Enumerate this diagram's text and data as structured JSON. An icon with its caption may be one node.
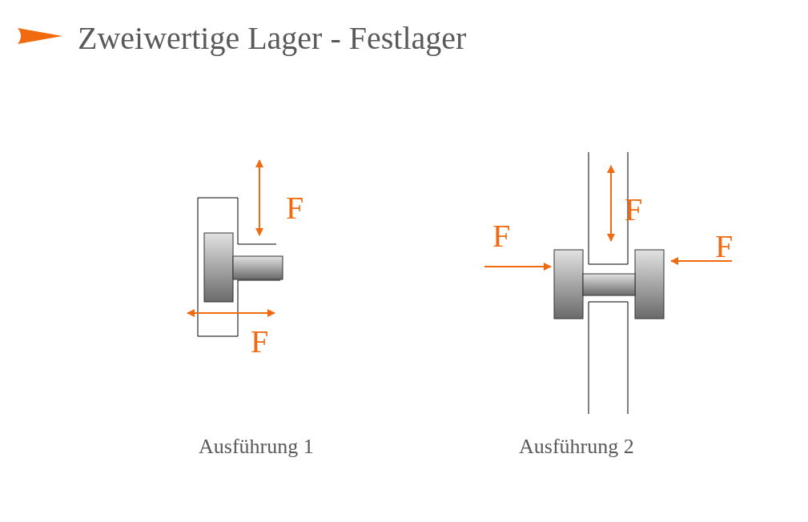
{
  "diagram": {
    "title": "Zweiwertige Lager - Festlager",
    "labels": [
      "F",
      "F",
      "F",
      "F",
      "F",
      "Ausführung 1",
      "Ausführung 2"
    ]
  }
}
